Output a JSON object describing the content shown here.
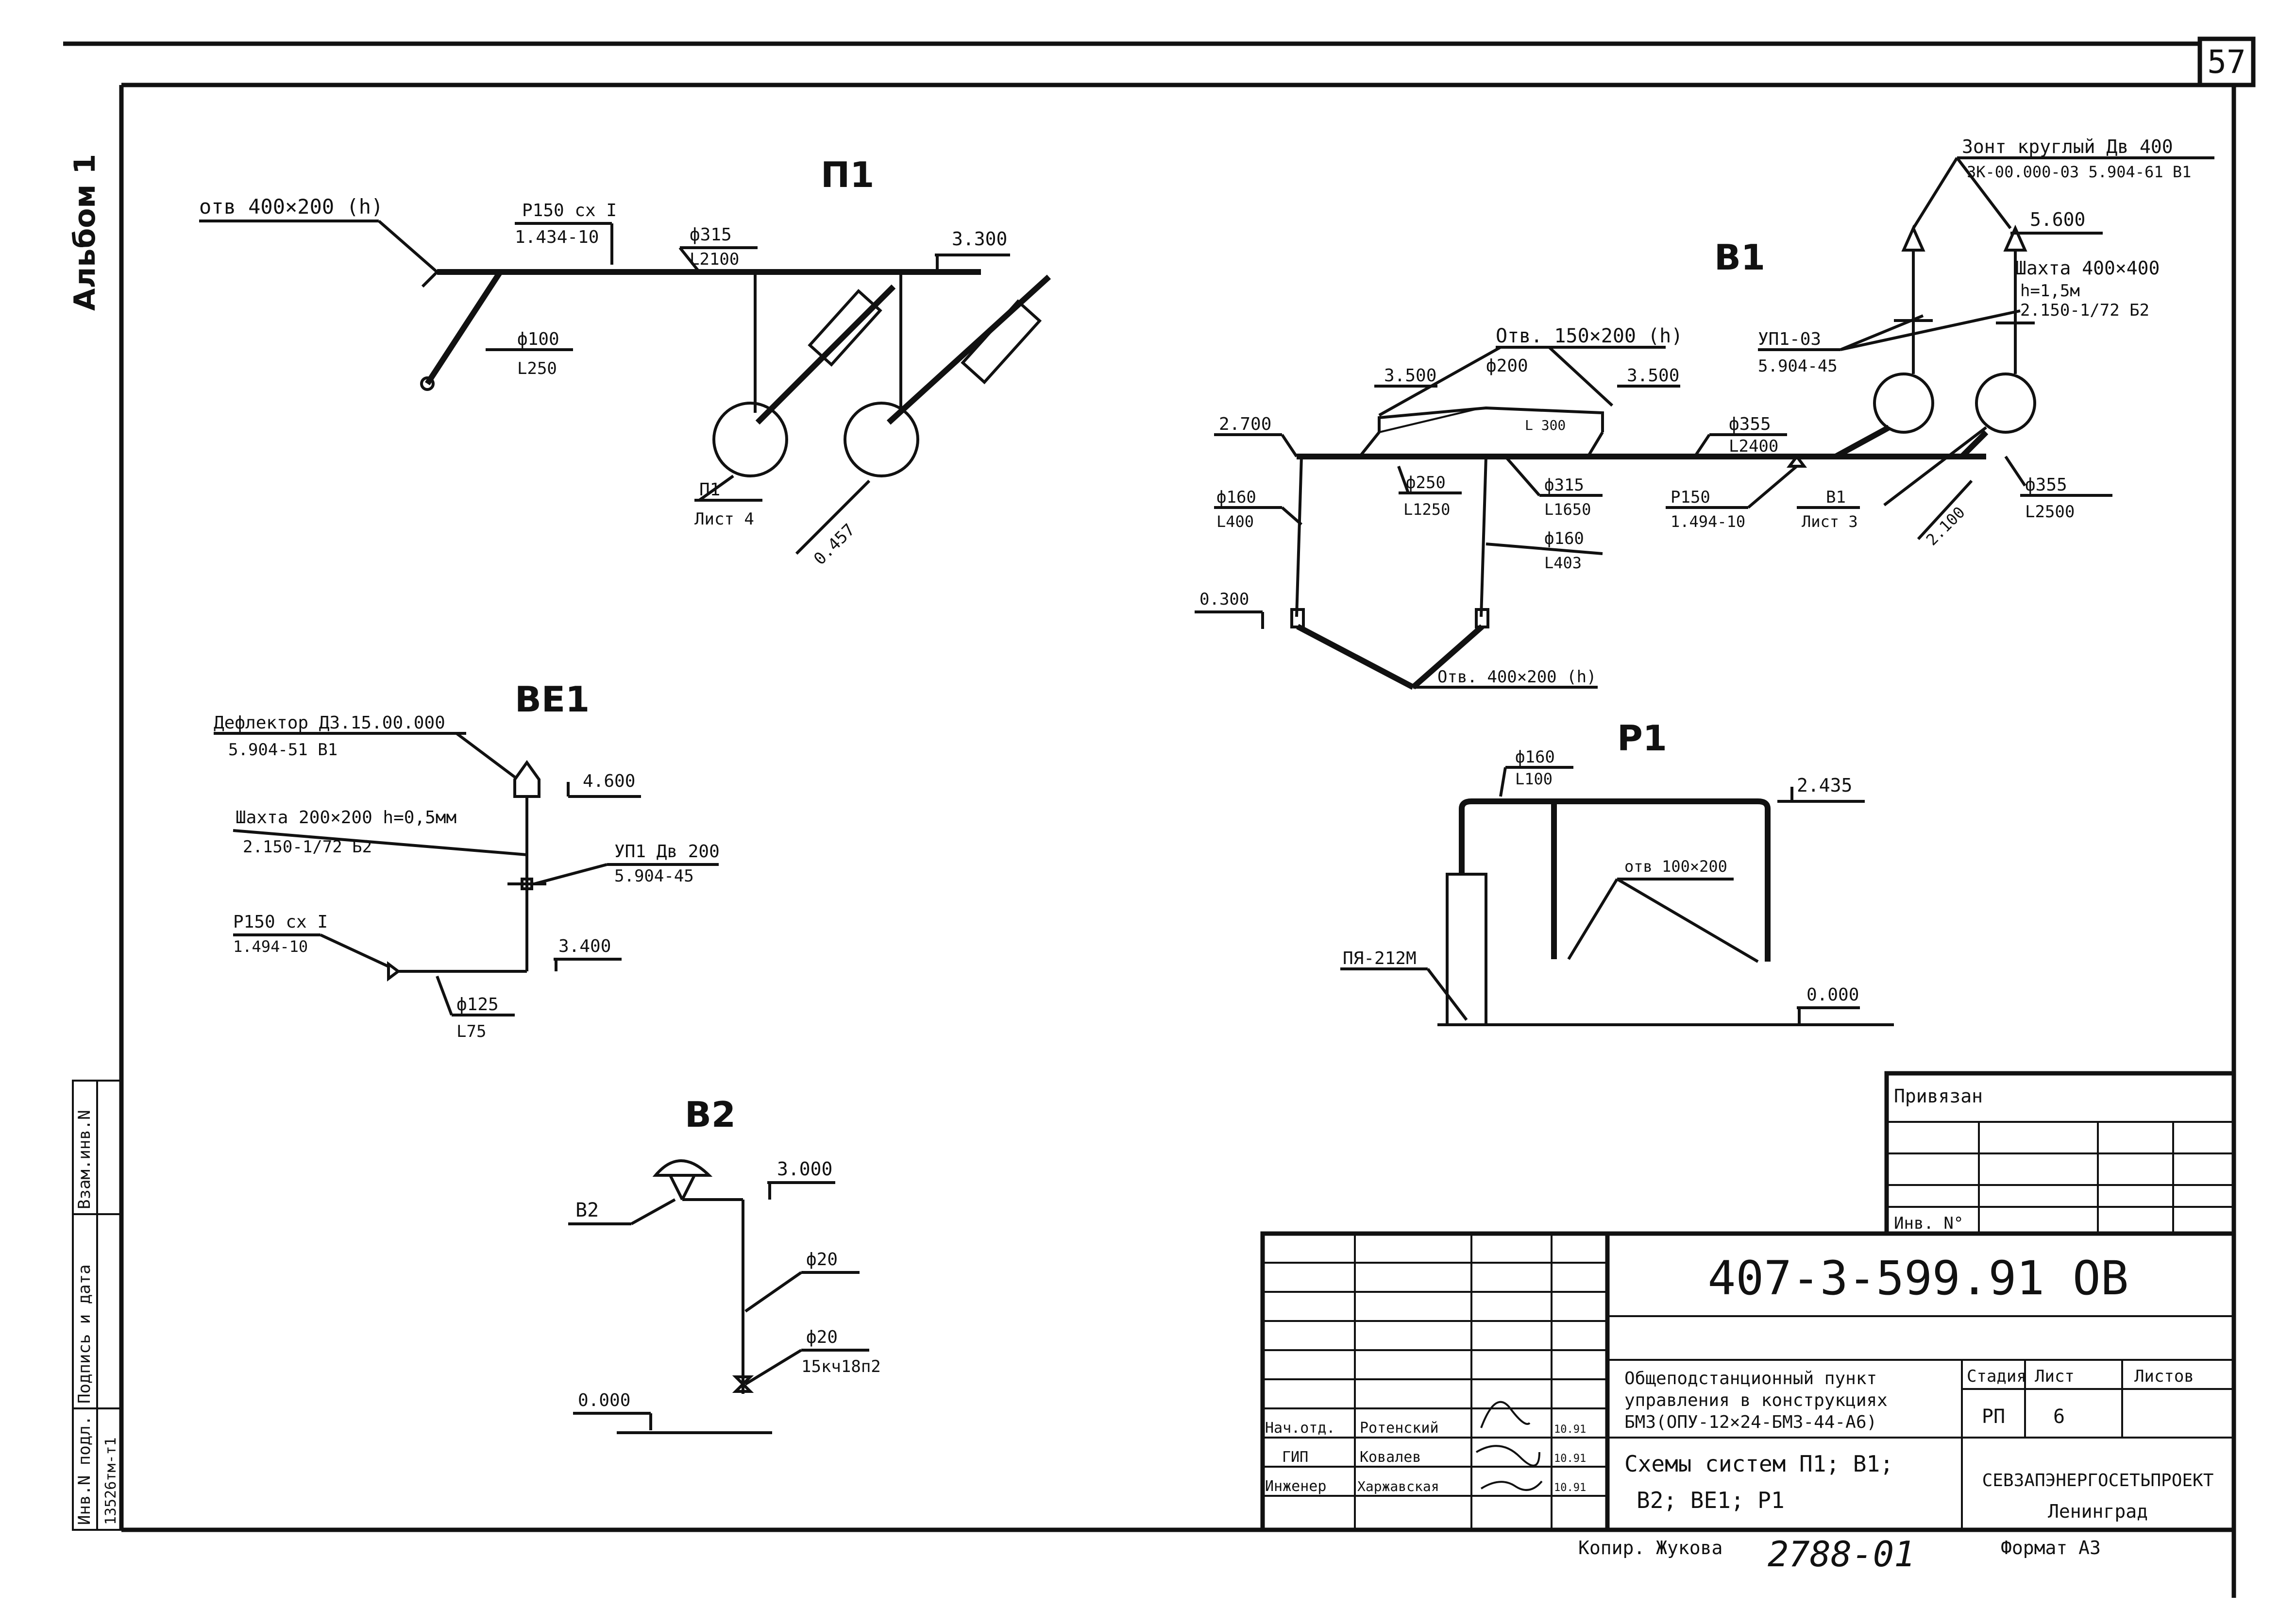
{
  "page_number": "57",
  "album_label": "Альбом 1",
  "left_stamp": {
    "inv_replace": "Взам.инв.N",
    "sign_date": "Подпись и дата",
    "inv_original": "Инв.N подл.",
    "inv_value": "13526тм-т1"
  },
  "system_titles": {
    "p1": "П1",
    "v1": "В1",
    "ve1": "ВЕ1",
    "r1": "Р1",
    "v2": "В2"
  },
  "p1": {
    "branch_label": "отв 400×200 (h)",
    "valve_label": "Р150 сх I",
    "valve_doc": "1.434-10",
    "main_dia": "ф315",
    "main_len": "L2100",
    "level": "3.300",
    "side_dia": "ф100",
    "side_len": "L250",
    "unit_label": "П1",
    "unit_sheet": "Лист 4",
    "elev_low": "0.457"
  },
  "v1": {
    "umbrella": "Зонт круглый Дв 400",
    "umbrella_doc": "ЗК-00.000-03 5.904-61 В1",
    "level_top": "5.600",
    "shaft": "Шахта 400×400",
    "shaft_h": "h=1,5м",
    "shaft_doc": "2.150-1/72 Б2",
    "valve_up": "УП1-03",
    "valve_up_doc": "5.904-45",
    "branch_top": "Отв. 150×200 (h)",
    "level_350_a": "3.500",
    "level_350_b": "3.500",
    "dia_200": "ф200",
    "len_200": "L 300",
    "level_2700": "2.700",
    "dia_355": "ф355",
    "len_355": "L2400",
    "dia_250": "ф250",
    "len_250": "L1250",
    "dia_315": "ф315",
    "len_315": "L1650",
    "dia_160a": "ф160",
    "len_160a": "L400",
    "dia_160b": "ф160",
    "len_160b": "L403",
    "valve_r": "Р150",
    "valve_r_doc": "1.494-10",
    "unit_label": "В1",
    "unit_sheet": "Лист 3",
    "elev_2100": "2.100",
    "dia_355b": "ф355",
    "len_355b": "L2500",
    "level_0300": "0.300",
    "branch_bottom": "Отв. 400×200 (h)"
  },
  "ve1": {
    "deflector": "Дефлектор Д3.15.00.000",
    "deflector_doc": "5.904-51 В1",
    "level_top": "4.600",
    "shaft": "Шахта 200×200 h=0,5мм",
    "shaft_doc": "2.150-1/72 Б2",
    "valve_up": "УП1 Дв 200",
    "valve_up_doc": "5.904-45",
    "valve_r": "Р150 сх I",
    "valve_r_doc": "1.494-10",
    "level_low": "3.400",
    "dia": "ф125",
    "len": "L75"
  },
  "r1": {
    "dia": "ф160",
    "len": "L100",
    "level_top": "2.435",
    "branch": "отв 100×200",
    "unit": "ПЯ-212М",
    "level_zero": "0.000"
  },
  "v2": {
    "label": "В2",
    "level_top": "3.000",
    "dia_a": "ф20",
    "dia_b": "ф20",
    "valve": "15кч18п2",
    "level_zero": "0.000"
  },
  "title_block": {
    "bound": "Привязан",
    "inv_no": "Инв. N°",
    "doc_code": "407-3-599.91  ОВ",
    "object_line1": "Общеподстанционный пункт",
    "object_line2": "управления в конструкциях",
    "object_line3": "БМЗ(ОПУ-12×24-БМЗ-44-А6)",
    "stage_h": "Стадия",
    "sheet_h": "Лист",
    "sheets_h": "Листов",
    "stage_v": "РП",
    "sheet_v": "6",
    "sheet_title_1": "Схемы систем П1; В1;",
    "sheet_title_2": "В2; ВЕ1; Р1",
    "org_1": "СЕВЗАПЭНЕРГОСЕТЬПРОЕКТ",
    "org_2": "Ленинград",
    "roles": [
      {
        "role": "Нач.отд.",
        "name": "Ротенский",
        "date": "10.91"
      },
      {
        "role": "ГИП",
        "name": "Ковалев",
        "date": "10.91"
      },
      {
        "role": "Инженер",
        "name": "Харжавская",
        "date": "10.91"
      }
    ]
  },
  "footer": {
    "copied": "Копир. Жукова",
    "number": "2788-01",
    "format": "Формат А3"
  }
}
